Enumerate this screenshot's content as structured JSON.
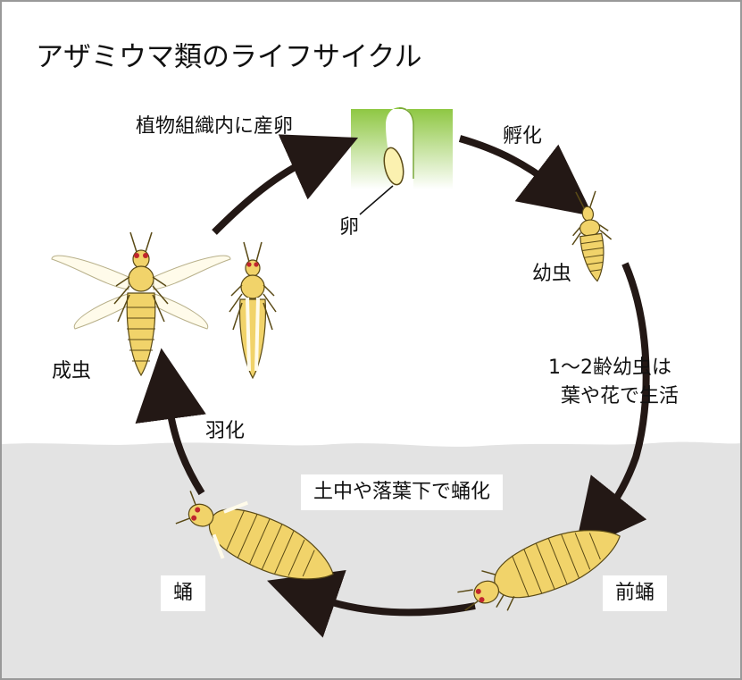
{
  "title": "アザミウマ類のライフサイクル",
  "colors": {
    "soil": "#e3e3e3",
    "plant_green": "#8cc63f",
    "insect_body": "#f1d36a",
    "insect_outline": "#5a4a16",
    "insect_eye": "#c0262d",
    "arrow": "#231815",
    "frame": "#999999"
  },
  "stages": {
    "egg_laying": "植物組織内に産卵",
    "egg": "卵",
    "hatching": "孵化",
    "larva": "幼虫",
    "larva_note_line1": "1～2齢幼虫は",
    "larva_note_line2": "葉や花で生活",
    "prepupa": "前蛹",
    "pupation": "土中や落葉下で蛹化",
    "pupa": "蛹",
    "emergence": "羽化",
    "adult": "成虫"
  }
}
